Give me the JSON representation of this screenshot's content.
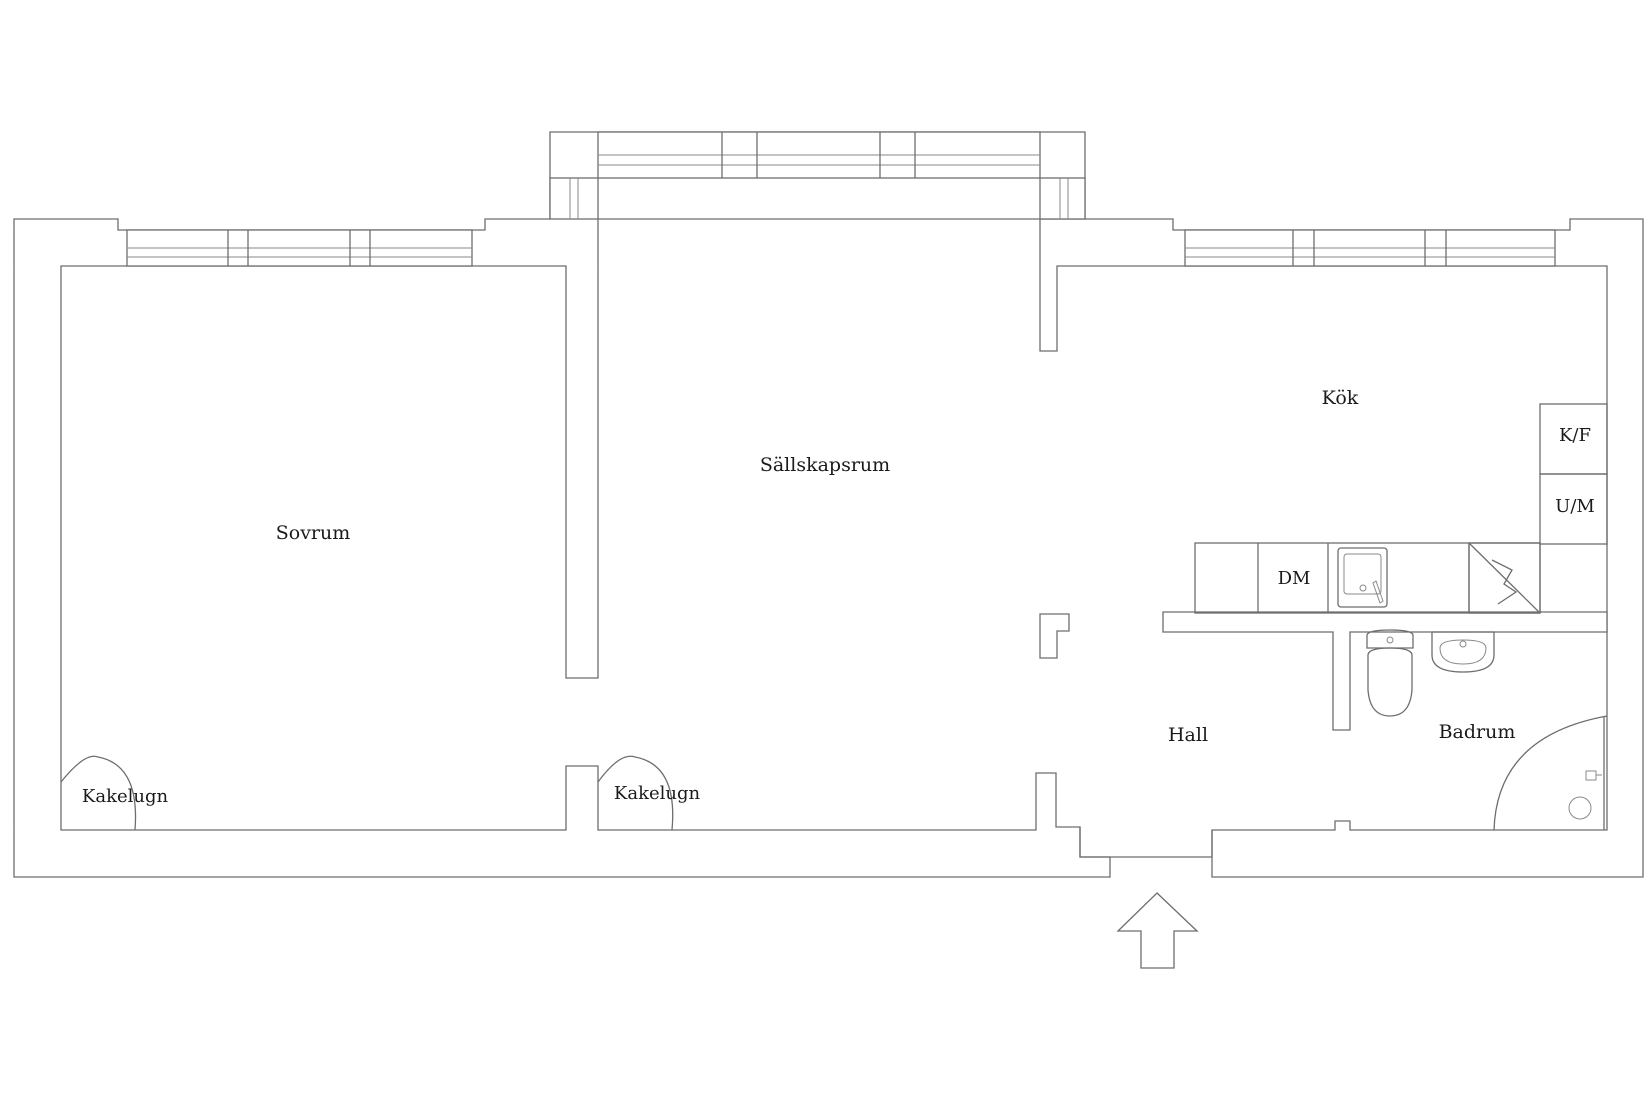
{
  "rooms": {
    "sovrum": "Sovrum",
    "sallskapsrum": "Sällskapsrum",
    "kok": "Kök",
    "hall": "Hall",
    "badrum": "Badrum"
  },
  "fixtures": {
    "kakelugn_1": "Kakelugn",
    "kakelugn_2": "Kakelugn",
    "kf": "K/F",
    "um": "U/M",
    "dm": "DM"
  },
  "colors": {
    "line": "#6e6e6e",
    "text": "#1a1a1a",
    "background": "#ffffff"
  }
}
